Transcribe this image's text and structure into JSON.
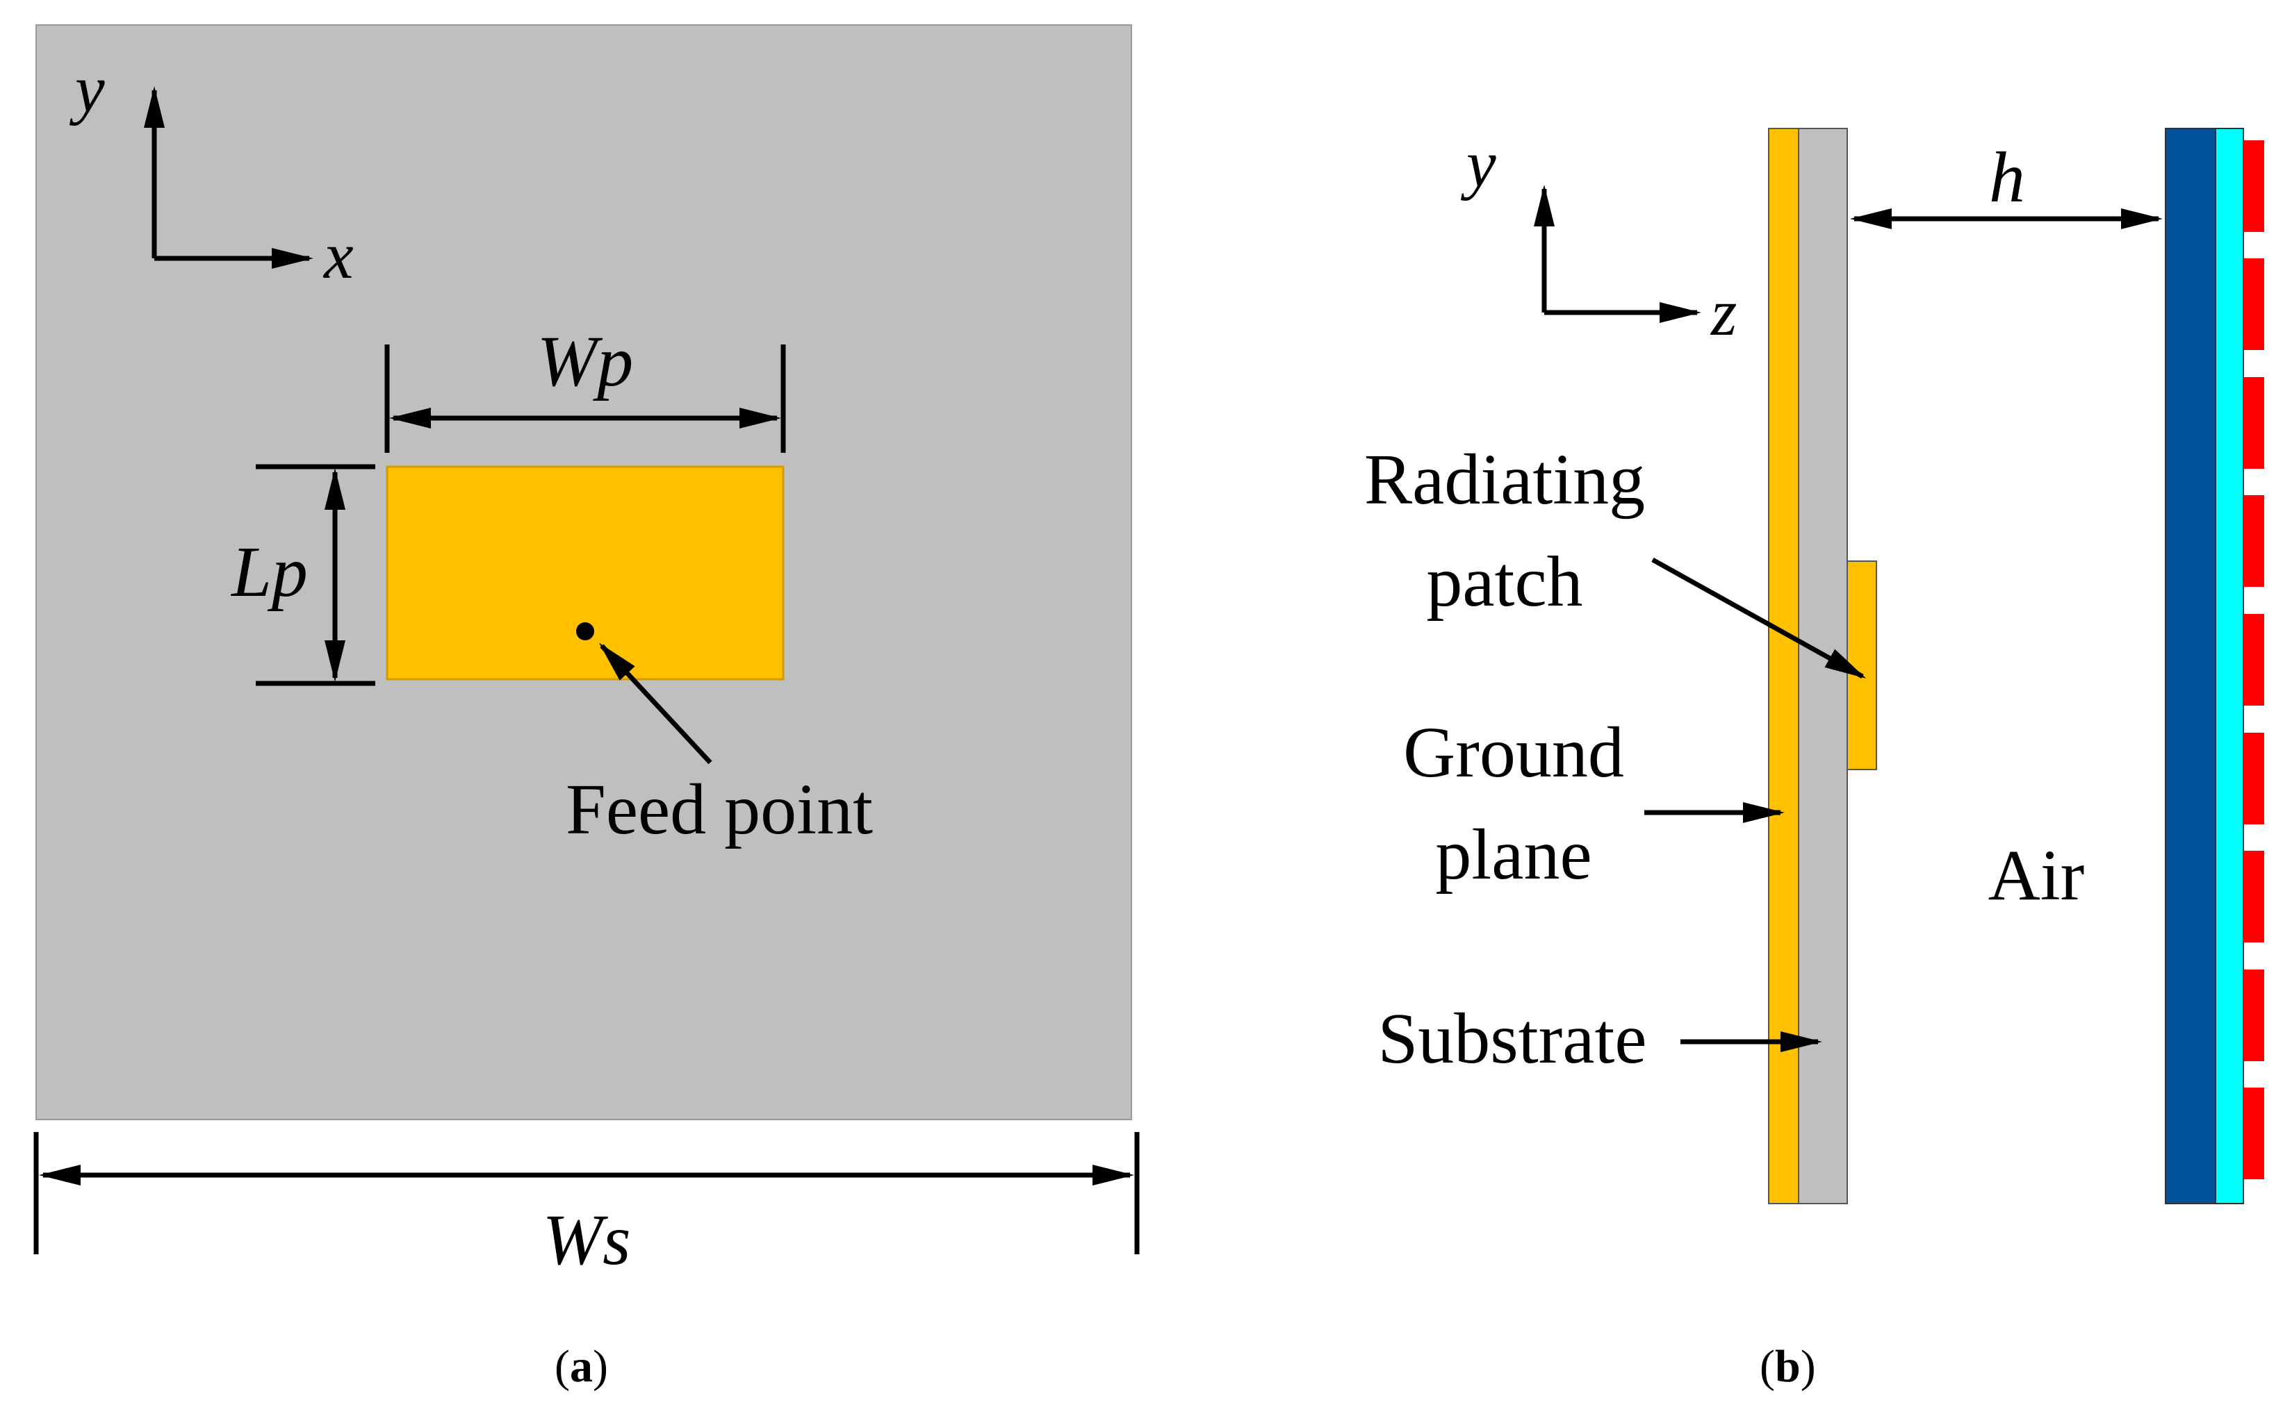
{
  "panel_a": {
    "axis_y": "y",
    "axis_x": "x",
    "label_wp": "Wp",
    "label_lp": "Lp",
    "label_ws": "Ws",
    "label_feed": "Feed point",
    "caption_letter": "a"
  },
  "panel_b": {
    "axis_y": "y",
    "axis_z": "z",
    "label_h": "h",
    "label_radiating_line1": "Radiating",
    "label_radiating_line2": "patch",
    "label_ground_line1": "Ground",
    "label_ground_line2": "plane",
    "label_substrate": "Substrate",
    "label_air": "Air",
    "caption_letter": "b"
  },
  "colors": {
    "substrate": "#BFBFBF",
    "patch": "#FFC000",
    "superstrate_dark": "#00529B",
    "superstrate_cyan": "#00FFFF",
    "unit_cell": "#FF0000"
  }
}
